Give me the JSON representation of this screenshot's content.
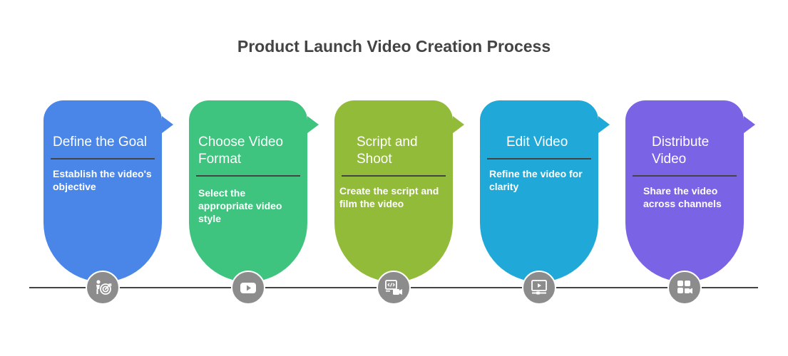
{
  "title": "Product Launch Video Creation Process",
  "colors": {
    "step1": "#4a86e8",
    "step2": "#3ec47f",
    "step3": "#93bb3a",
    "step4": "#20a9d8",
    "step5": "#7b63e6",
    "badge": "#8c8c8c",
    "line": "#444444"
  },
  "steps": [
    {
      "heading_line1": "Define the Goal",
      "heading_line2": "",
      "desc": "Establish the video's objective",
      "icon": "target-person-icon"
    },
    {
      "heading_line1": "Choose Video",
      "heading_line2": "Format",
      "desc": "Select the appropriate video style",
      "icon": "play-button-icon"
    },
    {
      "heading_line1": "Script and",
      "heading_line2": "Shoot",
      "desc": "Create the script and film the video",
      "icon": "code-camera-icon"
    },
    {
      "heading_line1": "Edit Video",
      "heading_line2": "",
      "desc": "Refine the video for clarity",
      "icon": "video-editor-icon"
    },
    {
      "heading_line1": "Distribute",
      "heading_line2": "Video",
      "desc": "Share the video across channels",
      "icon": "share-grid-icon"
    }
  ]
}
